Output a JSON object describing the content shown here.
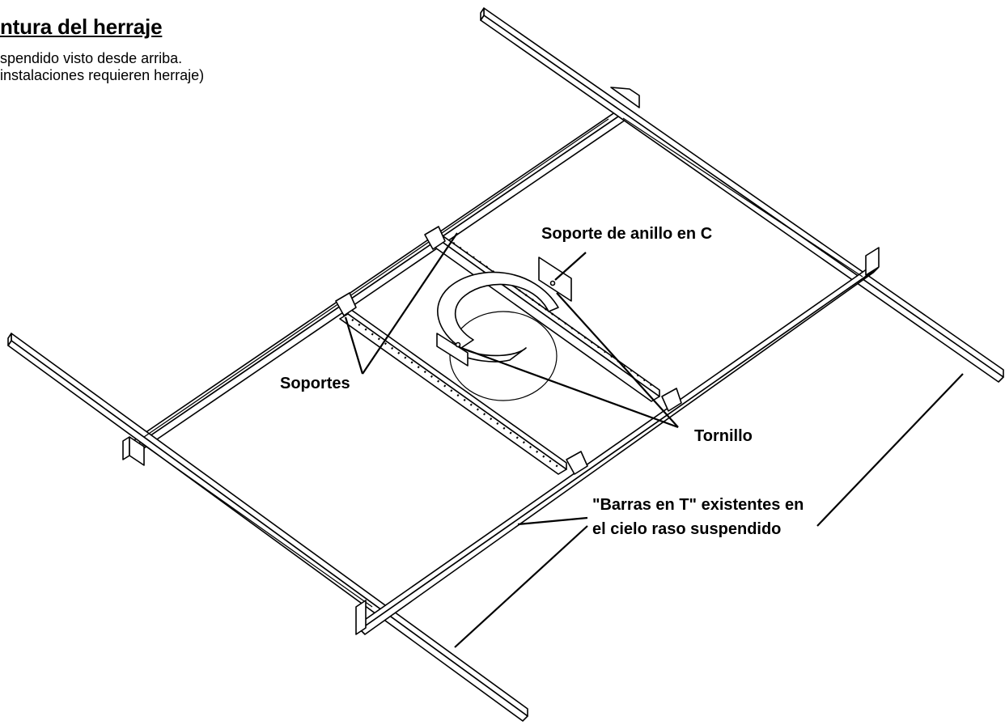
{
  "header": {
    "title": "ntura del herraje",
    "subtitle_line1": "spendido visto desde arriba.",
    "subtitle_line2": "instalaciones requieren herraje)"
  },
  "callouts": {
    "c_ring": "Soporte de anillo en C",
    "supports": "Soportes",
    "screw": "Tornillo",
    "tbars_line1": "\"Barras en T\" existentes en",
    "tbars_line2": "el cielo raso suspendido"
  }
}
